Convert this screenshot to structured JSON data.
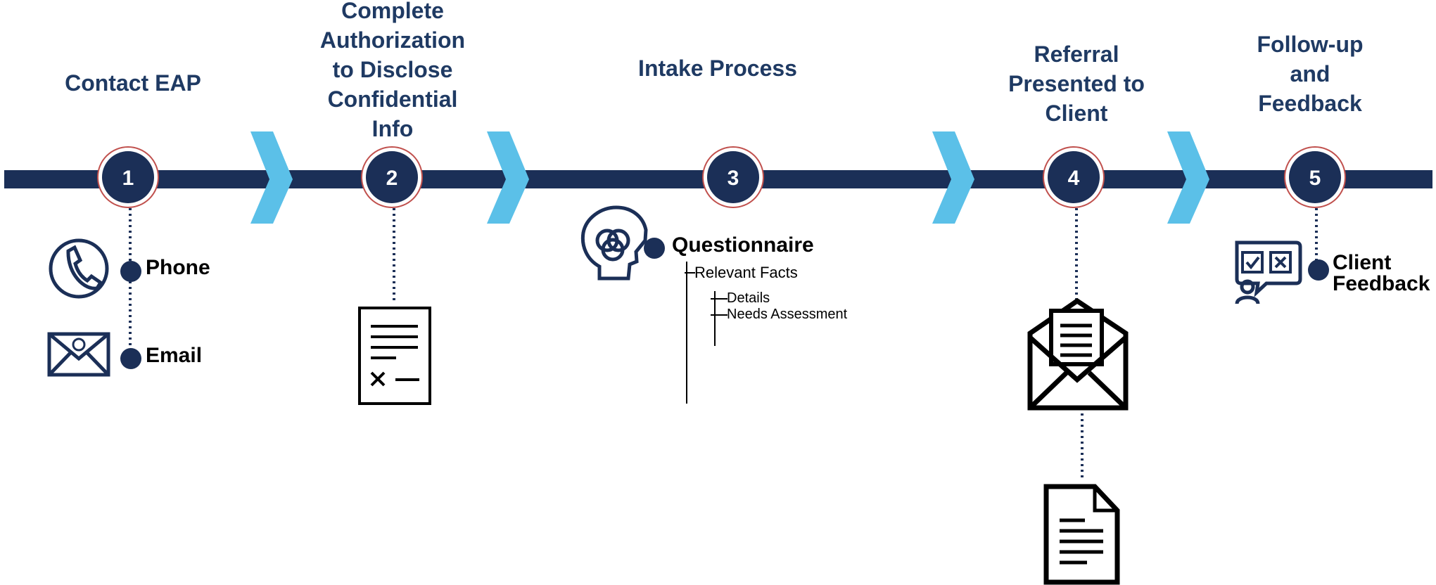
{
  "colors": {
    "navy": "#1B2F57",
    "title": "#1F3A63",
    "chevron": "#5BC0E8",
    "ring": "#C0504D"
  },
  "steps": [
    {
      "number": "1",
      "title_lines": [
        "Contact EAP"
      ]
    },
    {
      "number": "2",
      "title_lines": [
        "Complete",
        "Authorization",
        "to Disclose",
        "Confidential",
        "Info"
      ]
    },
    {
      "number": "3",
      "title_lines": [
        "Intake Process"
      ]
    },
    {
      "number": "4",
      "title_lines": [
        "Referral",
        "Presented to",
        "Client"
      ]
    },
    {
      "number": "5",
      "title_lines": [
        "Follow-up",
        "and",
        "Feedback"
      ]
    }
  ],
  "contact": {
    "phone": "Phone",
    "email": "Email"
  },
  "intake": {
    "questionnaire": "Questionnaire",
    "relevant_facts": "Relevant Facts",
    "details": "Details",
    "needs_assessment": "Needs Assessment"
  },
  "followup": {
    "client_feedback_lines": [
      "Client",
      "Feedback"
    ]
  },
  "icons": [
    "phone-icon",
    "email-icon",
    "signature-form-icon",
    "mind-head-icon",
    "open-envelope-icon",
    "document-icon",
    "feedback-icon"
  ]
}
